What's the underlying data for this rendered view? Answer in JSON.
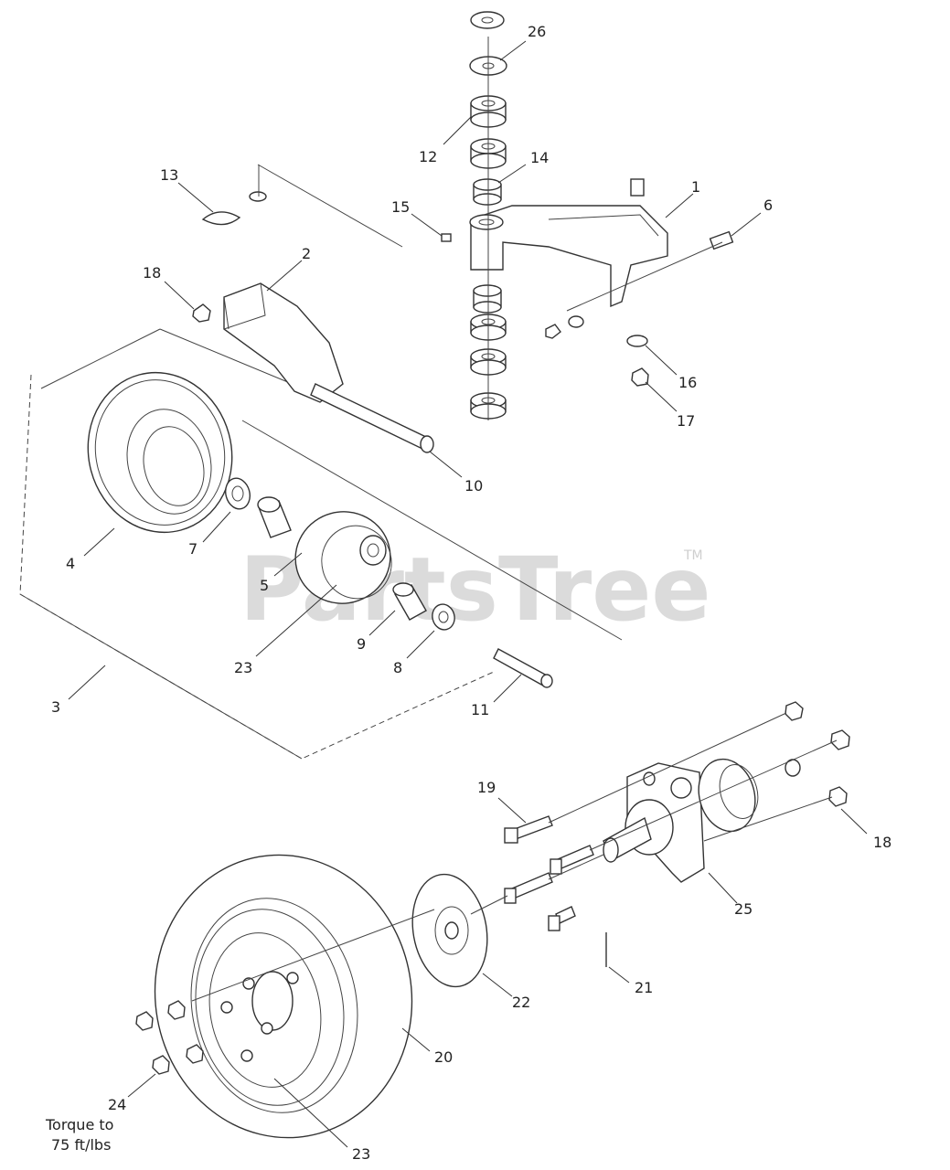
{
  "watermark": {
    "text": "PartsTree",
    "trademark": "TM"
  },
  "torque_note": {
    "line1": "Torque  to",
    "line2": "75 ft/lbs"
  },
  "callouts": [
    {
      "id": "c26",
      "text": "26"
    },
    {
      "id": "c12",
      "text": "12"
    },
    {
      "id": "c14",
      "text": "14"
    },
    {
      "id": "c13",
      "text": "13"
    },
    {
      "id": "c15",
      "text": "15"
    },
    {
      "id": "c1",
      "text": "1"
    },
    {
      "id": "c6",
      "text": "6"
    },
    {
      "id": "c2",
      "text": "2"
    },
    {
      "id": "c18a",
      "text": "18"
    },
    {
      "id": "c16",
      "text": "16"
    },
    {
      "id": "c17",
      "text": "17"
    },
    {
      "id": "c10",
      "text": "10"
    },
    {
      "id": "c7",
      "text": "7"
    },
    {
      "id": "c4",
      "text": "4"
    },
    {
      "id": "c5",
      "text": "5"
    },
    {
      "id": "c9",
      "text": "9"
    },
    {
      "id": "c23a",
      "text": "23"
    },
    {
      "id": "c8",
      "text": "8"
    },
    {
      "id": "c11",
      "text": "11"
    },
    {
      "id": "c3",
      "text": "3"
    },
    {
      "id": "c19",
      "text": "19"
    },
    {
      "id": "c18b",
      "text": "18"
    },
    {
      "id": "c25",
      "text": "25"
    },
    {
      "id": "c21",
      "text": "21"
    },
    {
      "id": "c22",
      "text": "22"
    },
    {
      "id": "c20",
      "text": "20"
    },
    {
      "id": "c24",
      "text": "24"
    },
    {
      "id": "c23b",
      "text": "23"
    }
  ]
}
